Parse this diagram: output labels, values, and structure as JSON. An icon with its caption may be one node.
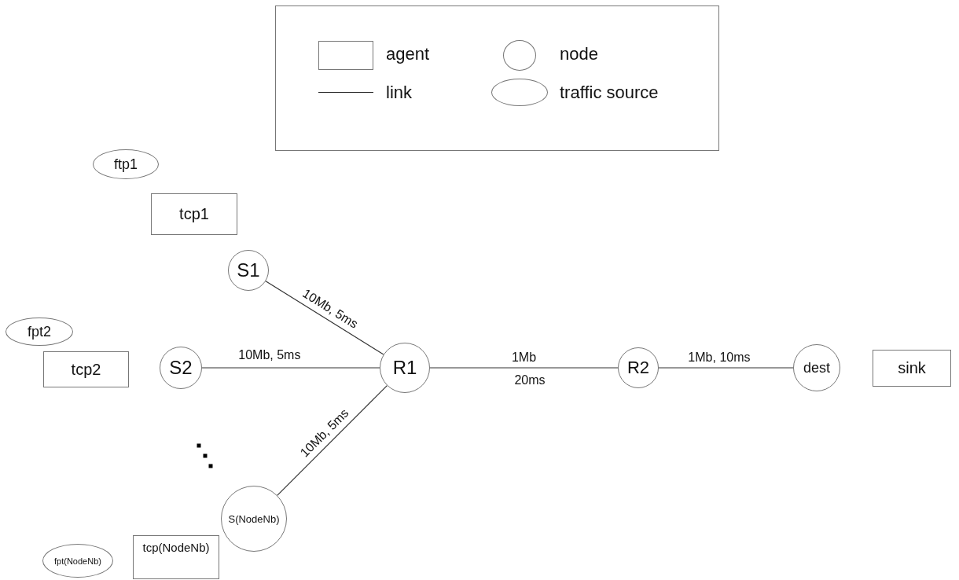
{
  "diagram": {
    "nodes": [
      {
        "text": [
          "ftp1"
        ]
      },
      {
        "text": [
          "tcp1"
        ]
      },
      {
        "text": [
          "S1"
        ]
      },
      {
        "text": [
          "fpt2"
        ]
      },
      {
        "text": [
          "tcp2"
        ]
      },
      {
        "text": [
          "S2"
        ]
      },
      {
        "text": [
          "R1"
        ]
      },
      {
        "text": [
          "R2"
        ]
      },
      {
        "text": [
          "dest"
        ]
      },
      {
        "text": [
          "sink"
        ]
      },
      {
        "text": [
          "S(NodeNb)"
        ]
      },
      {
        "text": [
          "fpt(NodeNb)"
        ]
      },
      {
        "text": [
          "tcp(NodeNb)"
        ]
      }
    ],
    "edges": [
      {
        "from": 2,
        "to": 6,
        "arrow": "none",
        "label": "10Mb, 5ms"
      },
      {
        "from": 5,
        "to": 6,
        "arrow": "none",
        "label": "10Mb, 5ms"
      },
      {
        "from": 10,
        "to": 6,
        "arrow": "none",
        "label": "10Mb, 5ms"
      },
      {
        "from": 6,
        "to": 7,
        "arrow": "none",
        "label": "1Mb"
      },
      {
        "from": 7,
        "to": 8,
        "arrow": "none",
        "label": "1Mb, 10ms"
      }
    ],
    "labels": [
      "20ms"
    ],
    "legend": [
      {
        "text": "agent"
      },
      {
        "text": "node"
      },
      {
        "text": "link"
      },
      {
        "text": "traffic source"
      }
    ]
  }
}
